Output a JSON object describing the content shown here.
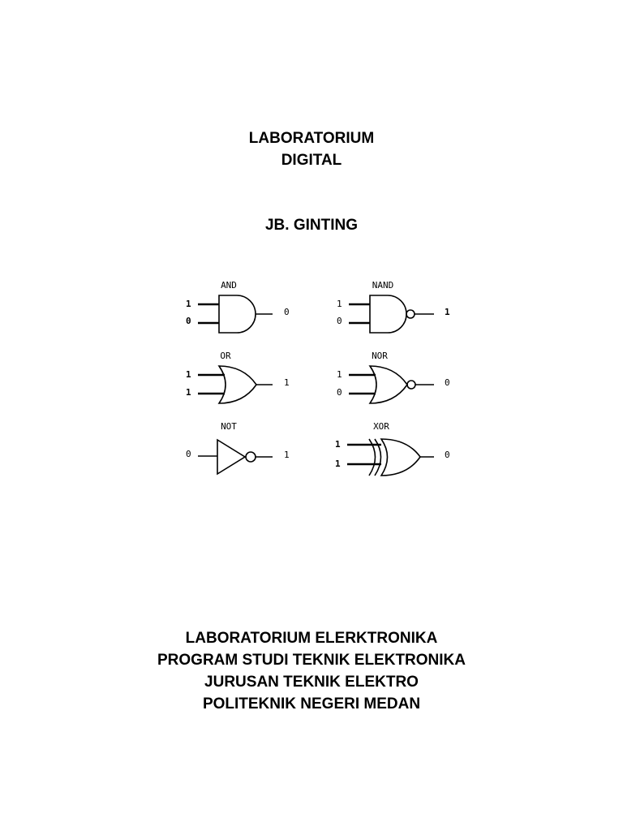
{
  "title": {
    "line1": "LABORATORIUM",
    "line2": "DIGITAL"
  },
  "author": "JB. GINTING",
  "gates": {
    "and": {
      "name": "AND",
      "in1": "1",
      "in2": "0",
      "out": "0"
    },
    "nand": {
      "name": "NAND",
      "in1": "1",
      "in2": "0",
      "out": "1"
    },
    "or": {
      "name": "OR",
      "in1": "1",
      "in2": "1",
      "out": "1"
    },
    "nor": {
      "name": "NOR",
      "in1": "1",
      "in2": "0",
      "out": "0"
    },
    "not": {
      "name": "NOT",
      "in1": "0",
      "out": "1"
    },
    "xor": {
      "name": "XOR",
      "in1": "1",
      "in2": "1",
      "out": "0"
    }
  },
  "footer": {
    "line1": "LABORATORIUM ELERKTRONIKA",
    "line2": "PROGRAM STUDI TEKNIK ELEKTRONIKA",
    "line3": "JURUSAN TEKNIK ELEKTRO",
    "line4": "POLITEKNIK NEGERI MEDAN"
  }
}
